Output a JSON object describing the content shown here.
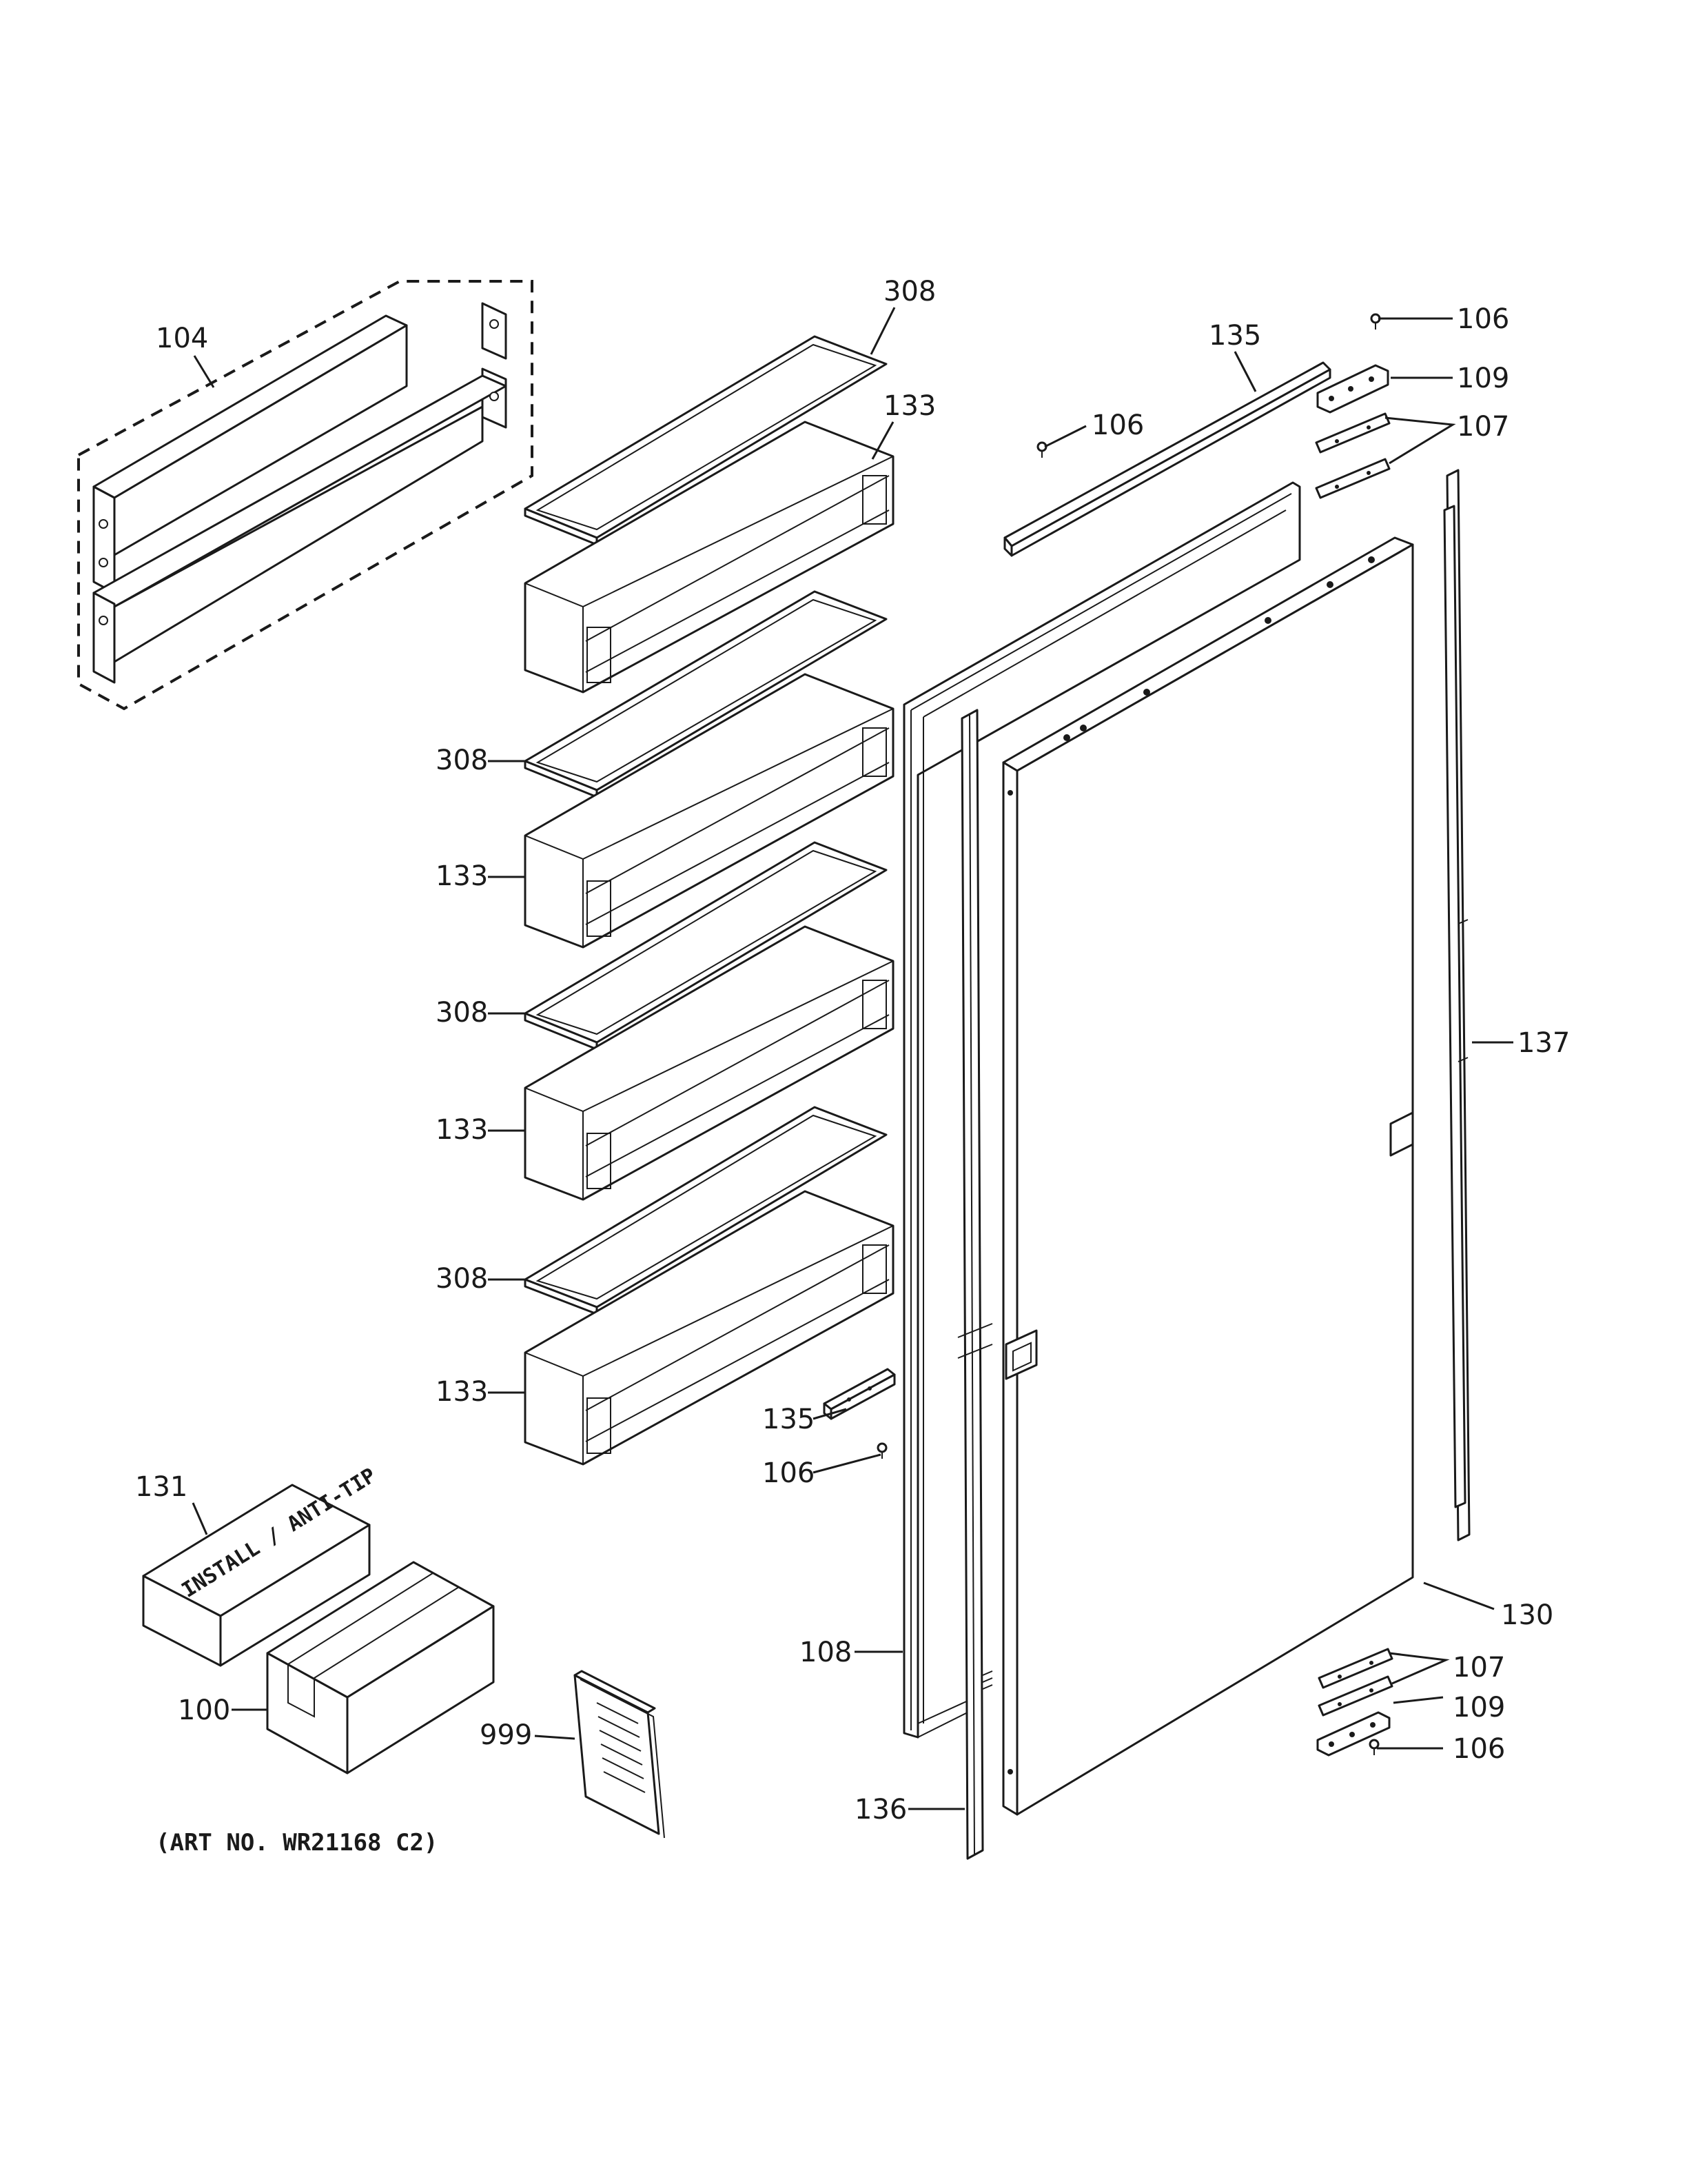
{
  "diagram": {
    "callouts": {
      "c104": "104",
      "c308_top": "308",
      "c133_top": "133",
      "c308_2": "308",
      "c133_2": "133",
      "c308_3": "308",
      "c133_3": "133",
      "c308_4": "308",
      "c133_4": "133",
      "c135_top": "135",
      "c106_top": "106",
      "c106_mid": "106",
      "c109_top": "109",
      "c107_top": "107",
      "c137": "137",
      "c135_low": "135",
      "c106_low": "106",
      "c131": "131",
      "c100": "100",
      "c999": "999",
      "c108": "108",
      "c136": "136",
      "c130": "130",
      "c107_bottom": "107",
      "c109_bottom": "109",
      "c106_bottom": "106"
    },
    "box_label": "INSTALL / ANTI-TIP",
    "art_number": "(ART NO. WR21168 C2)"
  }
}
